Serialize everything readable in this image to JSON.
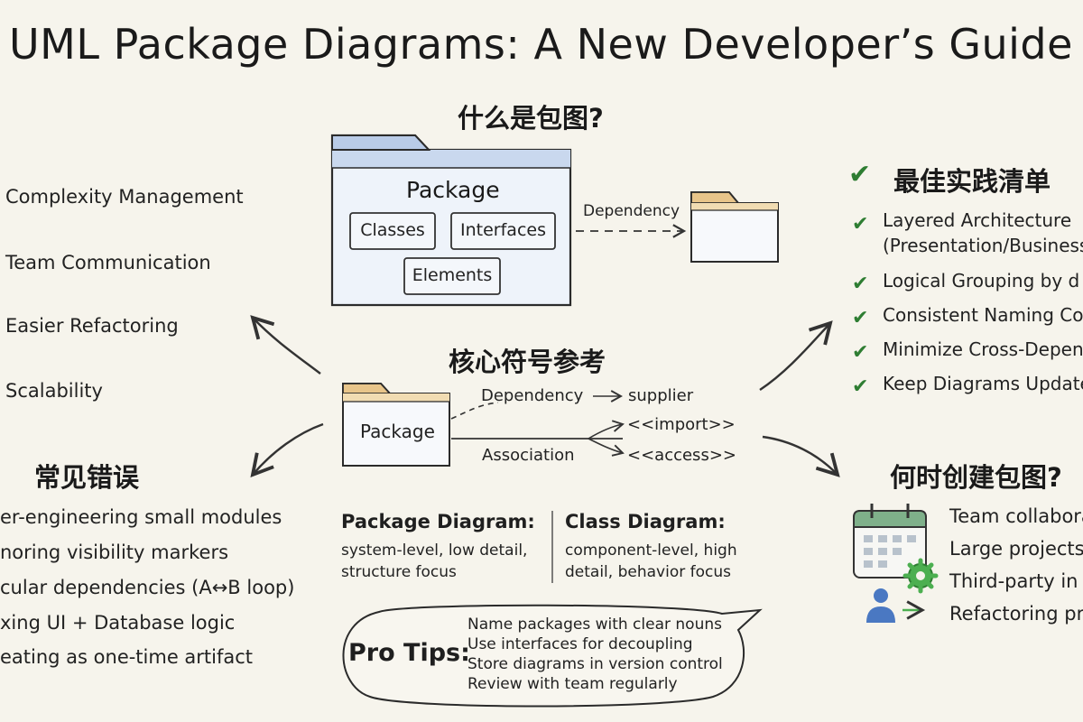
{
  "title": "UML Package Diagrams: A New Developer’s Guide",
  "what_is": {
    "heading": "什么是包图?",
    "package_label": "Package",
    "boxes": [
      "Classes",
      "Interfaces",
      "Elements"
    ],
    "dependency_label": "Dependency"
  },
  "benefits": [
    "Complexity Management",
    "Team Communication",
    "Easier Refactoring",
    "Scalability"
  ],
  "core_symbols": {
    "heading": "核心符号参考",
    "package_label": "Package",
    "dependency": "Dependency",
    "supplier": "supplier",
    "import": "<<import>>",
    "association": "Association",
    "access": "<<access>>"
  },
  "comparison": {
    "package_title": "Package Diagram:",
    "package_lines": [
      "system-level, low detail,",
      "structure focus"
    ],
    "class_title": "Class Diagram:",
    "class_lines": [
      "component-level, high",
      "detail, behavior focus"
    ]
  },
  "best_practices": {
    "heading": "最佳实践清单",
    "items": [
      "Layered Architecture",
      "(Presentation/Business",
      "Logical Grouping by d",
      "Consistent Naming Co",
      "Minimize Cross-Depen",
      "Keep Diagrams Update"
    ]
  },
  "mistakes": {
    "heading": "常见错误",
    "items": [
      "er-engineering small modules",
      "noring visibility markers",
      "cular dependencies (A↔B loop)",
      "xing UI + Database logic",
      "eating as one-time artifact"
    ]
  },
  "when": {
    "heading": "何时创建包图?",
    "items": [
      "Team collabora",
      "Large projects",
      "Third-party in",
      "Refactoring pr"
    ]
  },
  "tips": {
    "label": "Pro Tips:",
    "items": [
      "Name packages with clear nouns",
      "Use interfaces for decoupling",
      "Store diagrams in version control",
      "Review with team regularly"
    ]
  },
  "colors": {
    "folder_tab": "#e8c58a",
    "folder_fill": "#eef3fa",
    "folder_header": "#c9d8ee",
    "check": "#2e7d32",
    "calendar_header": "#7fb08a",
    "gear": "#4caf50",
    "person": "#4a78c2"
  }
}
